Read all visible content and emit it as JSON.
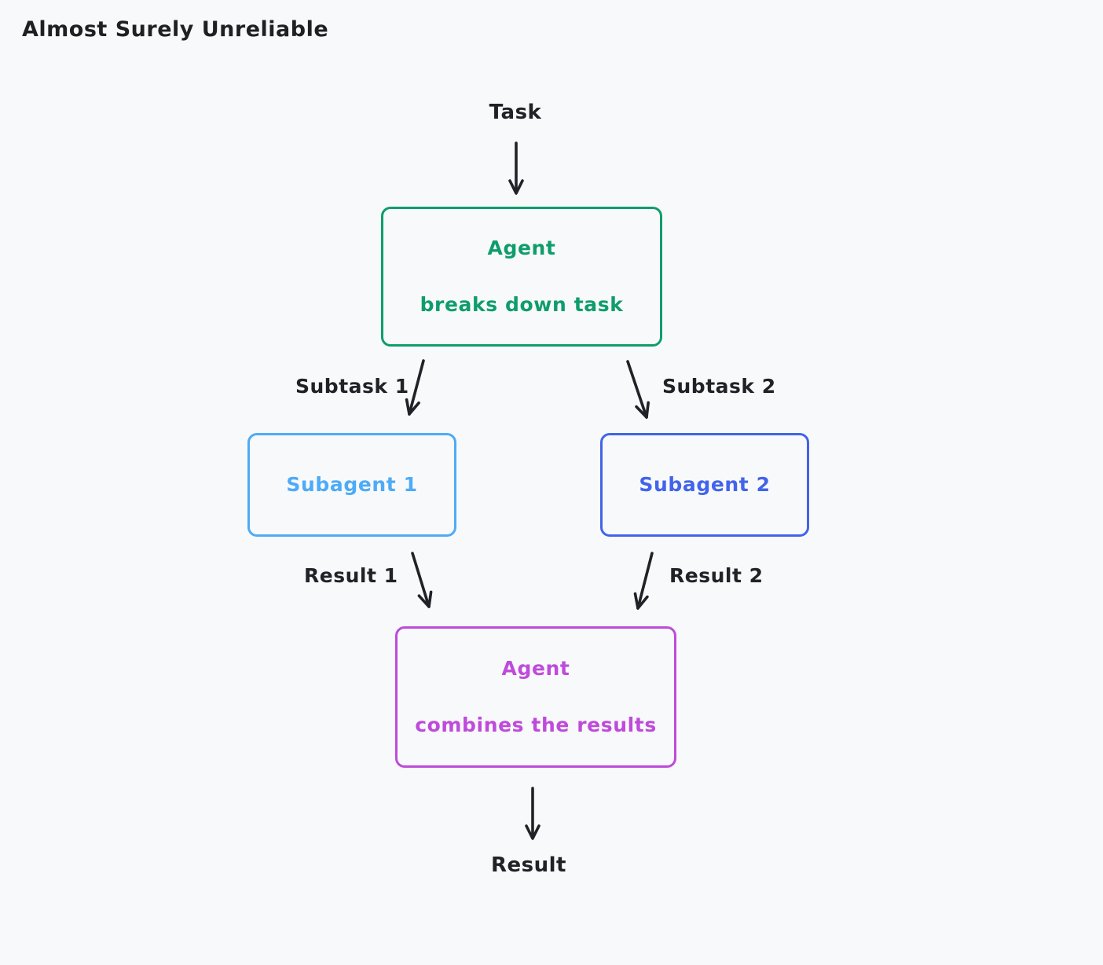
{
  "title": "Almost Surely Unreliable",
  "colors": {
    "background": "#f8f9fa",
    "text": "#212227",
    "agent_breakdown": "#0e9d6b",
    "subagent1": "#4dabf7",
    "subagent2": "#4263eb",
    "agent_combine": "#be4bdb"
  },
  "nodes": {
    "task": "Task",
    "agent_breakdown": {
      "line1": "Agent",
      "line2": "breaks down task"
    },
    "subagent1": "Subagent 1",
    "subagent2": "Subagent 2",
    "agent_combine": {
      "line1": "Agent",
      "line2": "combines the results"
    },
    "result": "Result"
  },
  "edge_labels": {
    "subtask1": "Subtask 1",
    "subtask2": "Subtask 2",
    "result1": "Result 1",
    "result2": "Result 2"
  }
}
